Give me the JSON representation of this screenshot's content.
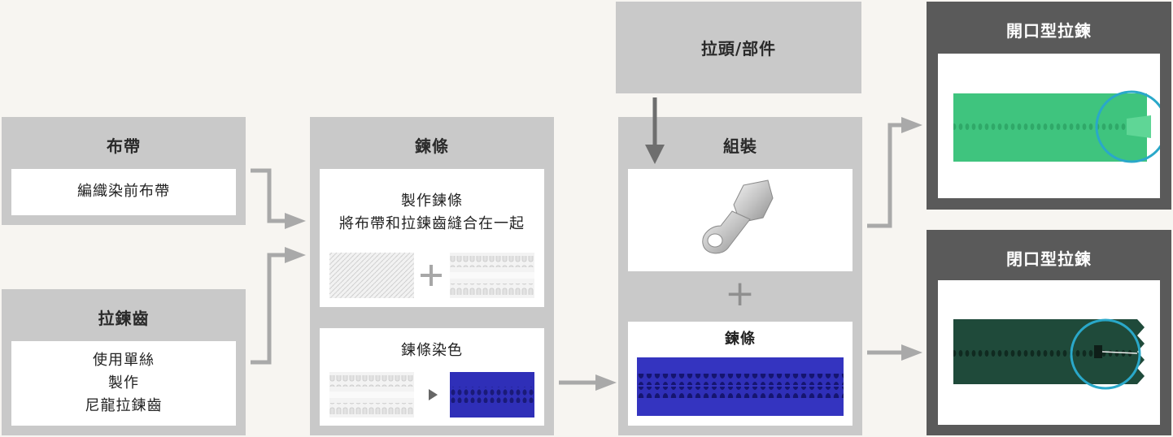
{
  "tape": {
    "title": "布帶",
    "desc": "編織染前布帶"
  },
  "teeth": {
    "title": "拉鍊齒",
    "lines": [
      "使用單絲",
      "製作",
      "尼龍拉鍊齒"
    ]
  },
  "chain": {
    "title": "鍊條",
    "make": {
      "line1": "製作鍊條",
      "line2": "將布帶和拉鍊齒縫合在一起"
    },
    "dye": {
      "title": "鍊條染色"
    }
  },
  "slider": {
    "title": "拉頭/部件"
  },
  "assembly": {
    "title": "組裝",
    "chain_label": "鍊條",
    "plus_symbol": "+"
  },
  "open_zipper": {
    "title": "開口型拉鍊"
  },
  "closed_zipper": {
    "title": "閉口型拉鍊"
  },
  "colors": {
    "panel_gray": "#c9c9c9",
    "panel_dark": "#5a5a5a",
    "arrow_gray": "#a9a9a9",
    "zipper_blue": "#2f2fb8",
    "zipper_green": "#3fc47e",
    "zipper_darkgreen": "#1f4a3a",
    "circle_cyan": "#2aa8c9"
  },
  "icons": [
    "arrow-right-icon",
    "arrow-down-icon",
    "plus-icon",
    "triangle-right-icon",
    "zipper-slider-icon"
  ]
}
